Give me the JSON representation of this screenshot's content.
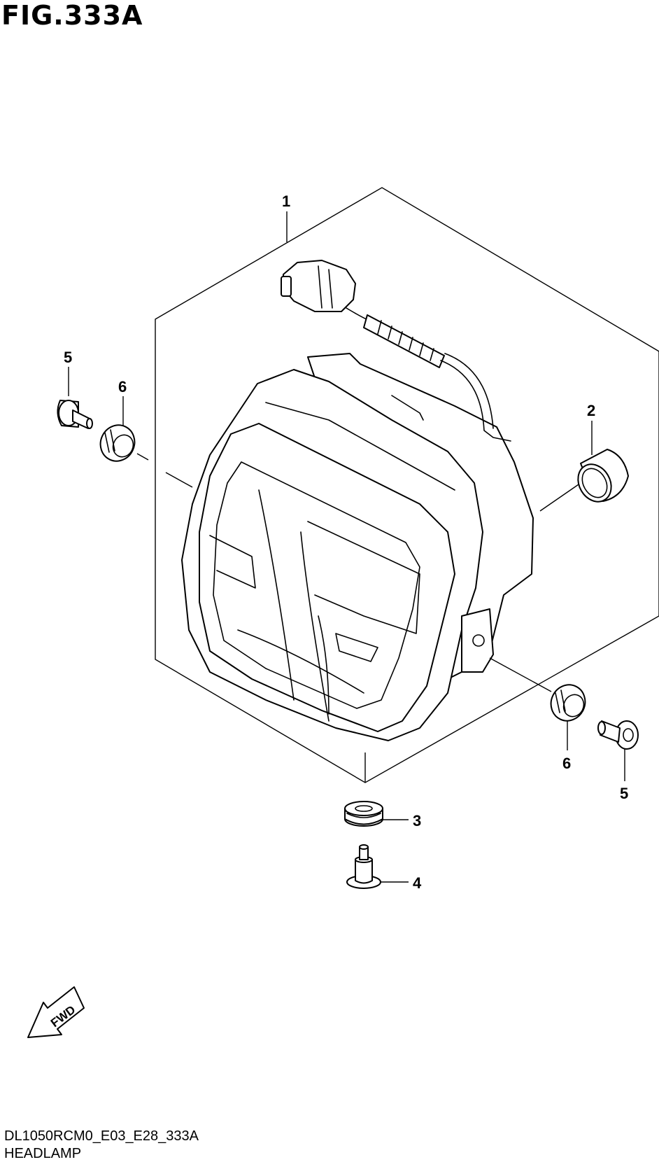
{
  "figure": {
    "title": "FIG.333A"
  },
  "callouts": {
    "c1": "1",
    "c2": "2",
    "c3": "3",
    "c4": "4",
    "c5_left": "5",
    "c6_left": "6",
    "c6_right": "6",
    "c5_right": "5"
  },
  "direction_label": "FWD",
  "footer": {
    "code": "DL1050RCM0_E03_E28_333A",
    "name": "HEADLAMP"
  }
}
